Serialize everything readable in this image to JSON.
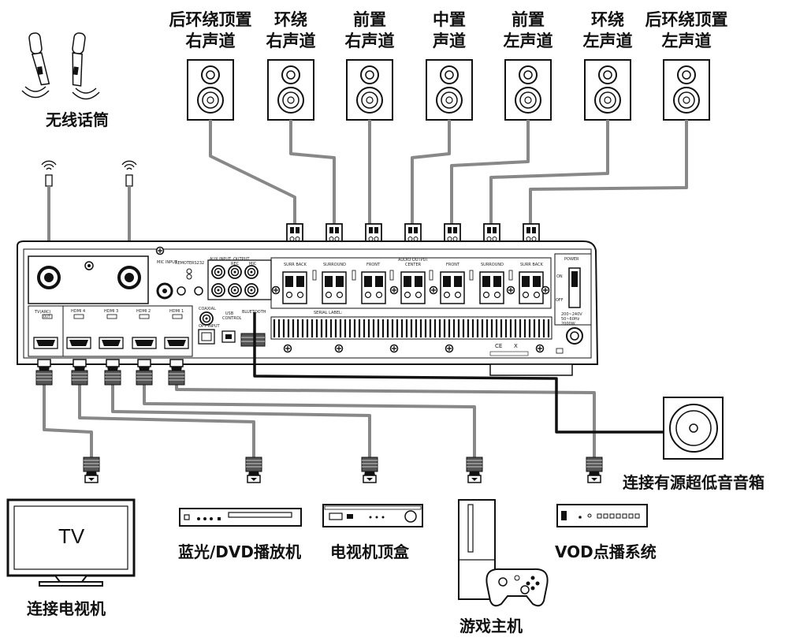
{
  "speakers": [
    {
      "line1": "后环绕顶置",
      "line2": "右声道"
    },
    {
      "line1": "环绕",
      "line2": "右声道"
    },
    {
      "line1": "前置",
      "line2": "右声道"
    },
    {
      "line1": "中置",
      "line2": "声道"
    },
    {
      "line1": "前置",
      "line2": "左声道"
    },
    {
      "line1": "环绕",
      "line2": "左声道"
    },
    {
      "line1": "后环绕顶置",
      "line2": "左声道"
    }
  ],
  "microphones_label": "无线话筒",
  "subwoofer_label": "连接有源超低音音箱",
  "devices": {
    "tv": "连接电视机",
    "tv_screen": "TV",
    "bluray": "蓝光/DVD播放机",
    "settop": "电视机顶盒",
    "console": "游戏主机",
    "vod": "VOD点播系统"
  },
  "panel": {
    "hdmi_out": "TV(ARC)",
    "hdmi_out_badge": "OUT",
    "hdmi_inputs": [
      "HDMI 4",
      "HDMI 3",
      "HDMI 2",
      "HDMI 1"
    ],
    "mic_input": "MIC INPUT",
    "remote": "REMOTE",
    "rs232": "RS232",
    "aux_input": "AUX INPUT",
    "output": "OUTPUT",
    "rec": "REC",
    "mic": "MIC",
    "coaxial": "COAXIAL",
    "opt_input": "OPT INPUT",
    "usb_control": "USB CONTROL",
    "bluetooth": "BLUETOOTH",
    "audio_output": "AUDIO OUTPUT",
    "center": "CENTER",
    "terminal_groups": [
      "SURR BACK",
      "SURROUND",
      "FRONT",
      "",
      "FRONT",
      "SURROUND",
      "SURR BACK"
    ],
    "serial_label": "SERIAL LABEL:",
    "power": "POWER",
    "on": "ON",
    "off": "OFF",
    "voltage": "200~240V",
    "freq": "50~60Hz",
    "watt": "2000W"
  }
}
